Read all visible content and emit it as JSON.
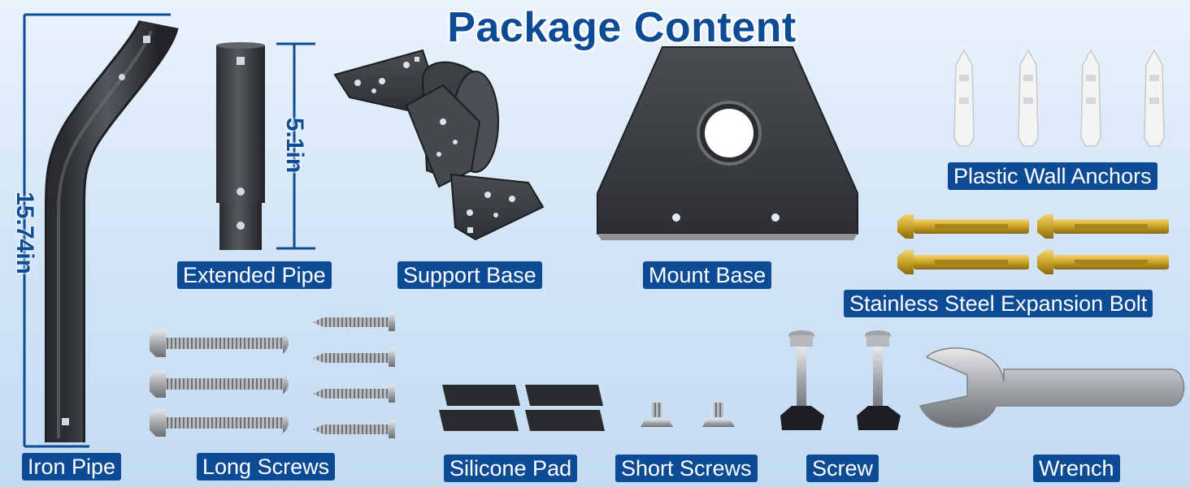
{
  "title": "Package Content",
  "dimensions": {
    "iron_pipe_length": "15.74in",
    "extended_pipe_length": "5.1in"
  },
  "labels": {
    "iron_pipe": "Iron Pipe",
    "extended_pipe": "Extended Pipe",
    "support_base": "Support Base",
    "mount_base": "Mount Base",
    "plastic_wall_anchors": "Plastic Wall Anchors",
    "expansion_bolt": "Stainless Steel Expansion Bolt",
    "long_screws": "Long Screws",
    "silicone_pad": "Silicone Pad",
    "short_screws": "Short Screws",
    "screw": "Screw",
    "wrench": "Wrench"
  },
  "colors": {
    "brand_blue": "#0d4b95",
    "metal_dark": "#3a3d42",
    "brass": "#c9a227"
  }
}
